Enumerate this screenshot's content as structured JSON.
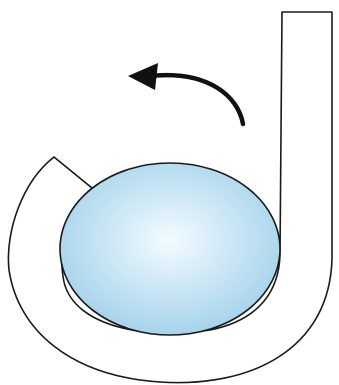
{
  "diagram": {
    "background_color": "#ffffff",
    "outline_color": "#1a1a1a",
    "ball": {
      "fill_center": "#f4fbff",
      "fill_edge": "#9fd0ea"
    },
    "arrow": {
      "direction": "counterclockwise",
      "color": "#111111"
    },
    "shapes": [
      "hook-shaped-channel",
      "ball",
      "curved-arrow"
    ]
  }
}
